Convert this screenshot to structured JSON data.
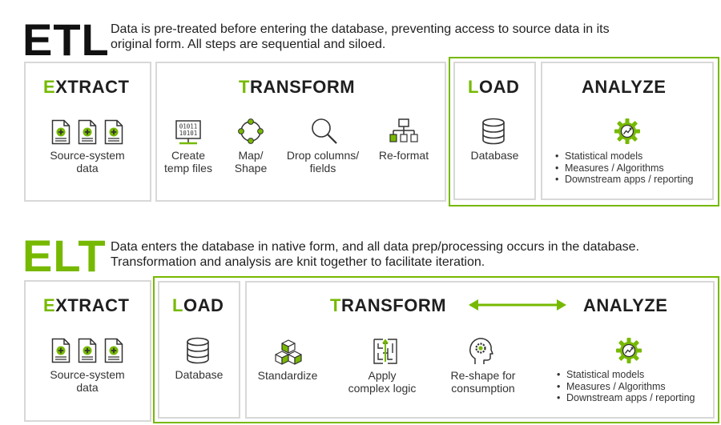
{
  "colors": {
    "accent": "#76b900",
    "border": "#d8d8d8",
    "text": "#1f1f1f"
  },
  "etl": {
    "title": "ETL",
    "description_line1": "Data is pre-treated before entering the database, preventing access to source data in its",
    "description_line2": "original form. All steps are sequential and siloed.",
    "extract": {
      "head_first": "E",
      "head_rest": "XTRACT",
      "icon": "document-icons",
      "label_line1": "Source-system",
      "label_line2": "data"
    },
    "transform": {
      "head_first": "T",
      "head_rest": "RANSFORM",
      "items": [
        {
          "icon": "binary-monitor-icon",
          "line1": "Create",
          "line2": "temp files"
        },
        {
          "icon": "node-map-icon",
          "line1": "Map/",
          "line2": "Shape"
        },
        {
          "icon": "magnifier-icon",
          "line1": "Drop columns/",
          "line2": "fields"
        },
        {
          "icon": "hierarchy-icon",
          "line1": "Re-format",
          "line2": ""
        }
      ]
    },
    "load": {
      "head_first": "L",
      "head_rest": "OAD",
      "icon": "database-icon",
      "label": "Database"
    },
    "analyze": {
      "head": "ANALYZE",
      "icon": "gear-chart-icon",
      "bullets": [
        "Statistical models",
        "Measures / Algorithms",
        "Downstream apps / reporting"
      ]
    }
  },
  "elt": {
    "title": "ELT",
    "description_line1": "Data enters the database in native form, and all data prep/processing occurs in the database.",
    "description_line2": "Transformation and analysis are knit together to facilitate iteration.",
    "extract": {
      "head_first": "E",
      "head_rest": "XTRACT",
      "icon": "document-icons",
      "label_line1": "Source-system",
      "label_line2": "data"
    },
    "load": {
      "head_first": "L",
      "head_rest": "OAD",
      "icon": "database-icon",
      "label": "Database"
    },
    "transform": {
      "head_first": "T",
      "head_rest": "RANSFORM",
      "items": [
        {
          "icon": "cubes-icon",
          "line1": "Standardize",
          "line2": ""
        },
        {
          "icon": "maze-icon",
          "line1": "Apply",
          "line2": "complex logic"
        },
        {
          "icon": "head-gear-icon",
          "line1": "Re-shape for",
          "line2": "consumption"
        }
      ]
    },
    "arrow_icon": "double-arrow-icon",
    "analyze": {
      "head": "ANALYZE",
      "icon": "gear-chart-icon",
      "bullets": [
        "Statistical models",
        "Measures / Algorithms",
        "Downstream apps / reporting"
      ]
    }
  }
}
